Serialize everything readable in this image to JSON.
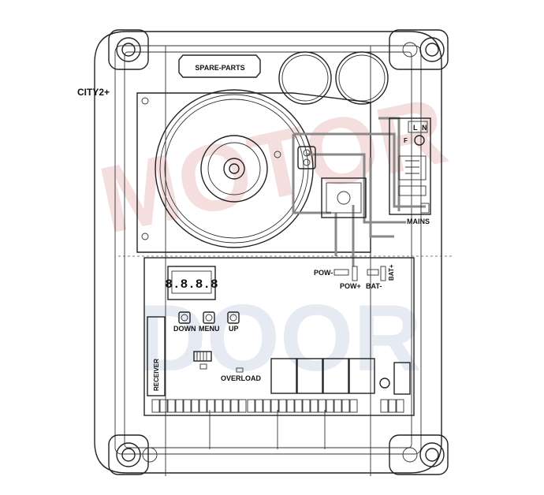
{
  "labels": {
    "model": "CITY2+",
    "spare_parts": "SPARE-PARTS",
    "display": "8.8.8.8",
    "button_down": "DOWN",
    "button_menu": "MENU",
    "button_up": "UP",
    "receiver": "RECEIVER",
    "overload": "OVERLOAD",
    "pow_minus": "POW-",
    "pow_plus": "POW+",
    "bat_minus": "BAT-",
    "bat_plus": "BAT+",
    "mains": "MAINS",
    "term_l": "L",
    "term_n": "N",
    "fuse": "F"
  },
  "colors": {
    "line": "#222222",
    "wire": "#8c8c8c",
    "watermark": "#e3a3a3",
    "watermark_blue": "#b9c6dc"
  },
  "watermark": {
    "text_top": "MOTOR",
    "text_bottom": "DOOR"
  }
}
